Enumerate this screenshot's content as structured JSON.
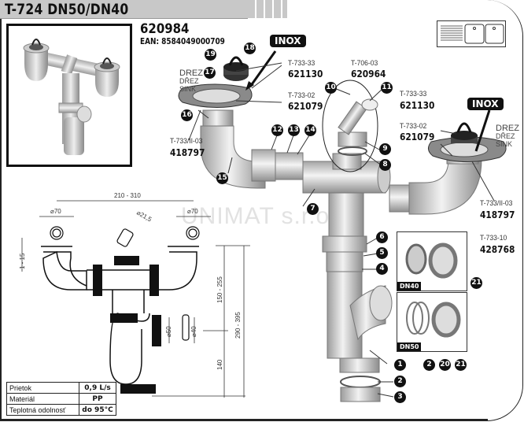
{
  "title": "T-724 DN50/DN40",
  "product": {
    "code": "620984",
    "ean": "EAN: 8584049000709"
  },
  "badges": {
    "inox": "INOX"
  },
  "sink_words": [
    "DREZ",
    "DŘEZ",
    "SINK"
  ],
  "watermark": "UNIMAT s.r.o.",
  "parts": [
    {
      "label": "T-733-33",
      "code": "621130"
    },
    {
      "label": "T-733-02",
      "code": "621079"
    },
    {
      "label": "T-733/II-03",
      "code": "418797"
    },
    {
      "label": "T-706-03",
      "code": "620964"
    },
    {
      "label": "T-733-33",
      "code": "621130"
    },
    {
      "label": "T-733-02",
      "code": "621079"
    },
    {
      "label": "T-733/II-03",
      "code": "418797"
    },
    {
      "label": "T-733-10",
      "code": "428768"
    }
  ],
  "callouts": [
    "1",
    "2",
    "3",
    "4",
    "5",
    "6",
    "7",
    "8",
    "9",
    "10",
    "11",
    "12",
    "13",
    "14",
    "15",
    "16",
    "17",
    "18",
    "19",
    "2",
    "20",
    "21",
    "21"
  ],
  "dn_boxes": [
    "DN40",
    "DN50"
  ],
  "dimensions": {
    "width_range": "210 - 310",
    "diam_left": "⌀70",
    "diam_right": "⌀70",
    "diam_overflow": "⌀21,5",
    "thickness": "1 - 15",
    "height_upper": "150 - 255",
    "height_total": "290 - 395",
    "height_lower": "140",
    "diam_50": "⌀50",
    "diam_40": "⌀40"
  },
  "specs": [
    {
      "label": "Prietok",
      "value": "0,9 L/s"
    },
    {
      "label": "Materiál",
      "value": "PP"
    },
    {
      "label": "Teplotná odolnosť",
      "value": "do 95°C"
    }
  ]
}
